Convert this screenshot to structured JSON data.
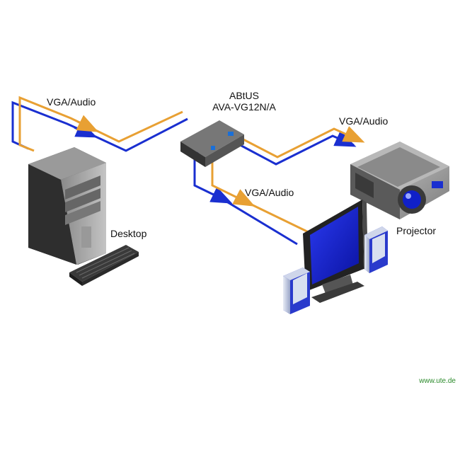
{
  "labels": {
    "cable_left": "VGA/Audio",
    "cable_right": "VGA/Audio",
    "cable_monitor": "VGA/Audio",
    "switch_line1": "ABtUS",
    "switch_line2": "AVA-VG12N/A",
    "desktop": "Desktop",
    "projector": "Projector",
    "credit": "www.ute.de"
  },
  "colors": {
    "vga_cable": "#1a2fd0",
    "audio_cable": "#e8a033",
    "screen": "#1020c8",
    "device_dark": "#555555",
    "credit_text": "#2a8a2a"
  },
  "icons": [
    "desktop-tower",
    "keyboard",
    "av-switch",
    "projector",
    "lcd-monitor",
    "speaker",
    "speaker"
  ]
}
